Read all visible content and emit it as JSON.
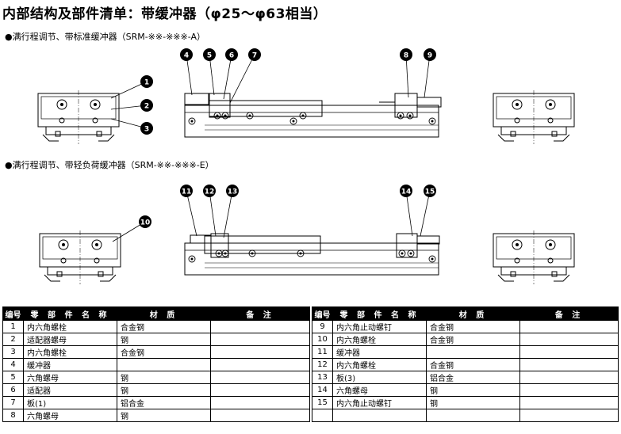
{
  "title": "内部结构及部件清单：带缓冲器（φ25～φ63相当）",
  "section1": "●满行程调节、带标准缓冲器（SRM-※※-※※※-A）",
  "section2": "●满行程调节、带轻负荷缓冲器（SRM-※※-※※※-E）",
  "callouts": [
    "1",
    "2",
    "3",
    "4",
    "5",
    "6",
    "7",
    "8",
    "9",
    "10",
    "11",
    "12",
    "13",
    "14",
    "15"
  ],
  "table": {
    "headers": [
      "编号",
      "零 部 件 名 称",
      "材 质",
      "备 注"
    ],
    "left": [
      {
        "no": "1",
        "name": "内六角螺栓",
        "material": "合金钢",
        "note": ""
      },
      {
        "no": "2",
        "name": "适配器螺母",
        "material": "钢",
        "note": ""
      },
      {
        "no": "3",
        "name": "内六角螺栓",
        "material": "合金钢",
        "note": ""
      },
      {
        "no": "4",
        "name": "缓冲器",
        "material": "",
        "note": ""
      },
      {
        "no": "5",
        "name": "六角螺母",
        "material": "钢",
        "note": ""
      },
      {
        "no": "6",
        "name": "适配器",
        "material": "钢",
        "note": ""
      },
      {
        "no": "7",
        "name": "板(1)",
        "material": "铝合金",
        "note": ""
      },
      {
        "no": "8",
        "name": "六角螺母",
        "material": "钢",
        "note": ""
      }
    ],
    "right": [
      {
        "no": "9",
        "name": "内六角止动螺钉",
        "material": "合金钢",
        "note": ""
      },
      {
        "no": "10",
        "name": "内六角螺栓",
        "material": "合金钢",
        "note": ""
      },
      {
        "no": "11",
        "name": "缓冲器",
        "material": "",
        "note": ""
      },
      {
        "no": "12",
        "name": "内六角螺栓",
        "material": "合金钢",
        "note": ""
      },
      {
        "no": "13",
        "name": "板(3)",
        "material": "铝合金",
        "note": ""
      },
      {
        "no": "14",
        "name": "六角螺母",
        "material": "钢",
        "note": ""
      },
      {
        "no": "15",
        "name": "内六角止动螺钉",
        "material": "钢",
        "note": ""
      }
    ]
  }
}
